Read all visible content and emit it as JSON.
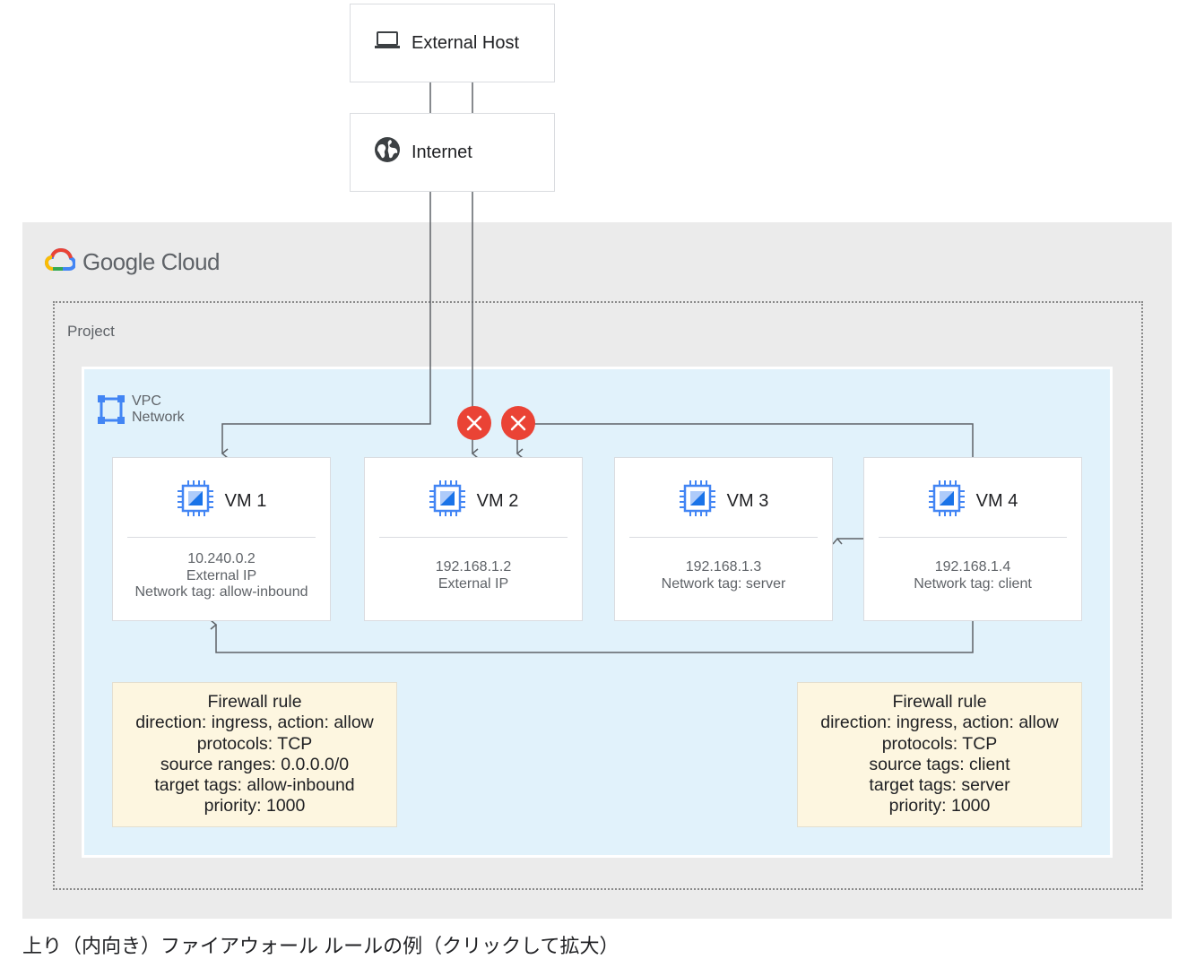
{
  "external_host": {
    "label": "External Host",
    "icon": "laptop-icon"
  },
  "internet": {
    "label": "Internet",
    "icon": "globe-icon"
  },
  "google_cloud": {
    "wordmark": "Google Cloud"
  },
  "project": {
    "label": "Project"
  },
  "vpc": {
    "line1": "VPC",
    "line2": "Network",
    "icon": "vpc-network-icon"
  },
  "vms": [
    {
      "name": "VM 1",
      "lines": [
        "10.240.0.2",
        "External IP",
        "Network tag: allow-inbound"
      ]
    },
    {
      "name": "VM 2",
      "lines": [
        "192.168.1.2",
        "External IP"
      ]
    },
    {
      "name": "VM 3",
      "lines": [
        "192.168.1.3",
        "Network tag: server"
      ]
    },
    {
      "name": "VM 4",
      "lines": [
        "192.168.1.4",
        "Network tag: client"
      ]
    }
  ],
  "firewall_rules": [
    {
      "title": "Firewall rule",
      "lines": [
        "direction: ingress, action: allow",
        "protocols: TCP",
        "source ranges: 0.0.0.0/0",
        "target tags: allow-inbound",
        "priority: 1000"
      ]
    },
    {
      "title": "Firewall rule",
      "lines": [
        "direction: ingress, action: allow",
        "protocols: TCP",
        "source tags: client",
        "target tags: server",
        "priority: 1000"
      ]
    }
  ],
  "blocked_markers": [
    "blocked-x-icon",
    "blocked-x-icon"
  ],
  "colors": {
    "blocked_red": "#ea4335",
    "vpc_fill": "#e1f2fb",
    "gcp_fill": "#ebebeb",
    "firewall_fill": "#fdf6e0",
    "chip_blue": "#4285f4",
    "connector": "#5f6368"
  },
  "caption": "上り（内向き）ファイアウォール ルールの例（クリックして拡大）"
}
